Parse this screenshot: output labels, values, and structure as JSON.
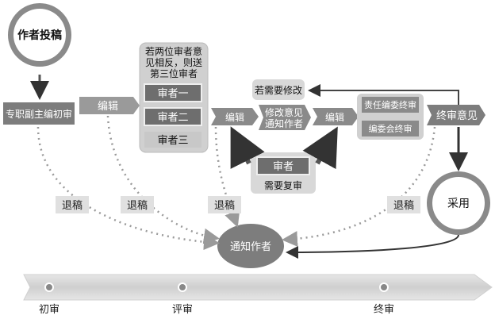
{
  "nodes": {
    "author_submit": "作者投稿",
    "editor_initial": "专职副主编初审",
    "editor1": "编辑",
    "note_third": [
      "若两位审者意",
      "见相反，则送",
      "第三位审者"
    ],
    "reviewer1": "审者一",
    "reviewer2": "审者二",
    "reviewer3": "审者三",
    "editor2": "编辑",
    "revise_notify": [
      "修改意见",
      "通知作者"
    ],
    "editor3": "编辑",
    "need_revise": "若需要修改",
    "reviewer_box": "审者",
    "need_rereview": "需要复审",
    "chief_final": "责任编委终审",
    "board_final": "编委会终审",
    "final_opinion": "终审意见",
    "accept": "采用",
    "notify_author": "通知作者"
  },
  "reject_labels": [
    "退稿",
    "退稿",
    "退稿",
    "退稿"
  ],
  "timeline": {
    "stages": [
      "初审",
      "评审",
      "终审"
    ]
  },
  "colors": {
    "box_fill": "#8c8c8c",
    "dark_fill": "#555555",
    "panel_fill": "#d4d4d4",
    "dotted": "#9a9a9a",
    "arrow_dark": "#333333"
  }
}
